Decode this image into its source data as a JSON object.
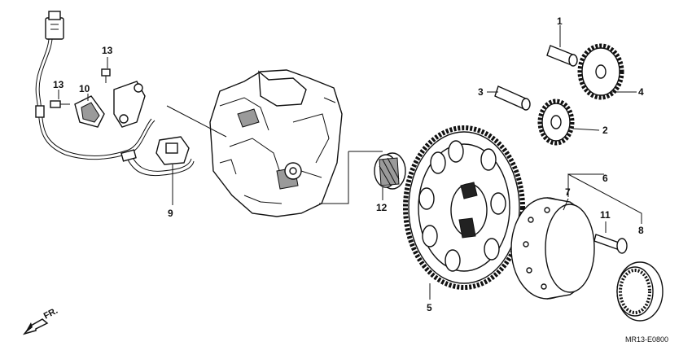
{
  "diagram": {
    "callouts": {
      "c1": "1",
      "c2": "2",
      "c3": "3",
      "c4": "4",
      "c5": "5",
      "c6": "6",
      "c7": "7",
      "c8": "8",
      "c9": "9",
      "c10": "10",
      "c11": "11",
      "c12": "12",
      "c13a": "13",
      "c13b": "13"
    },
    "drawing_code": "MR13-E0800",
    "direction_label": "FR."
  }
}
